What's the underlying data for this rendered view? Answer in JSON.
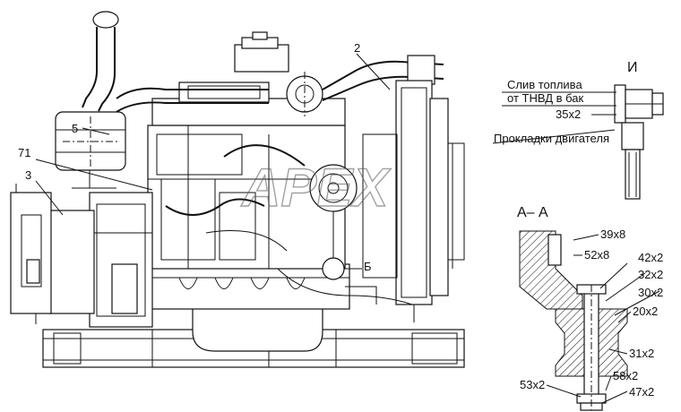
{
  "diagram": {
    "watermark": "APEX",
    "main_labels": {
      "label_2": "2",
      "label_3": "3",
      "label_5": "5",
      "label_71": "71",
      "label_B": "Б"
    },
    "view_I": {
      "title": "И",
      "note_drain": "Слив топлива",
      "note_drain_2": "от ТНВД в бак",
      "label_35x2": "35х2",
      "note_gaskets": "Прокладки двигателя"
    },
    "section_AA": {
      "title": "А– А",
      "labels": {
        "l39x8": "39х8",
        "l52x8": "52х8",
        "l42x2": "42х2",
        "l32x2": "32х2",
        "l30x2": "30х2",
        "l20x2": "20х2",
        "l31x2": "31х2",
        "l53x2": "53х2",
        "l58x2": "58х2",
        "l47x2": "47х2"
      }
    }
  }
}
